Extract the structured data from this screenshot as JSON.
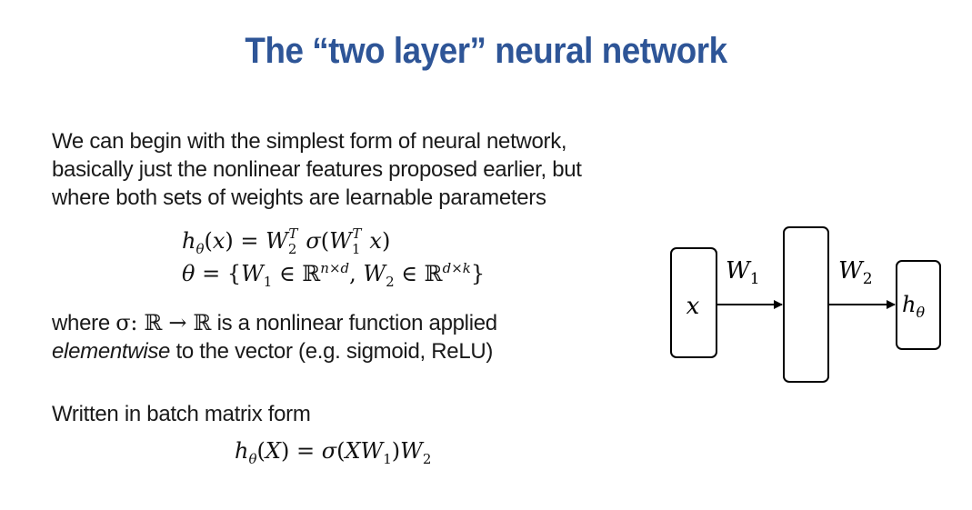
{
  "slide": {
    "title": "The “two layer” neural network",
    "intro_lines": [
      "We can begin with the simplest form of neural network,",
      "basically just the nonlinear features proposed earlier, but",
      "where both sets of weights are learnable parameters"
    ],
    "equations": {
      "hypothesis": "hθ(x) = W2ᵀ σ(W1ᵀ x)",
      "params": "θ = {W1 ∈ ℝⁿˣᵈ, W2 ∈ ℝᵈˣᵏ}",
      "batch": "hθ(X) = σ(XW1)W2"
    },
    "nonlinearity": {
      "prefix": "where ",
      "sigma_def": "σ: ℝ → ℝ",
      "suffix": " is a nonlinear function applied",
      "line2_emph": "elementwise",
      "line2_rest": " to the vector (e.g. sigmoid, ReLU)"
    },
    "batch_intro": "Written in batch matrix form"
  },
  "diagram": {
    "input_label": "x",
    "w1_label": "W",
    "w1_sub": "1",
    "w2_label": "W",
    "w2_sub": "2",
    "output_label": "h",
    "output_sub": "θ"
  }
}
